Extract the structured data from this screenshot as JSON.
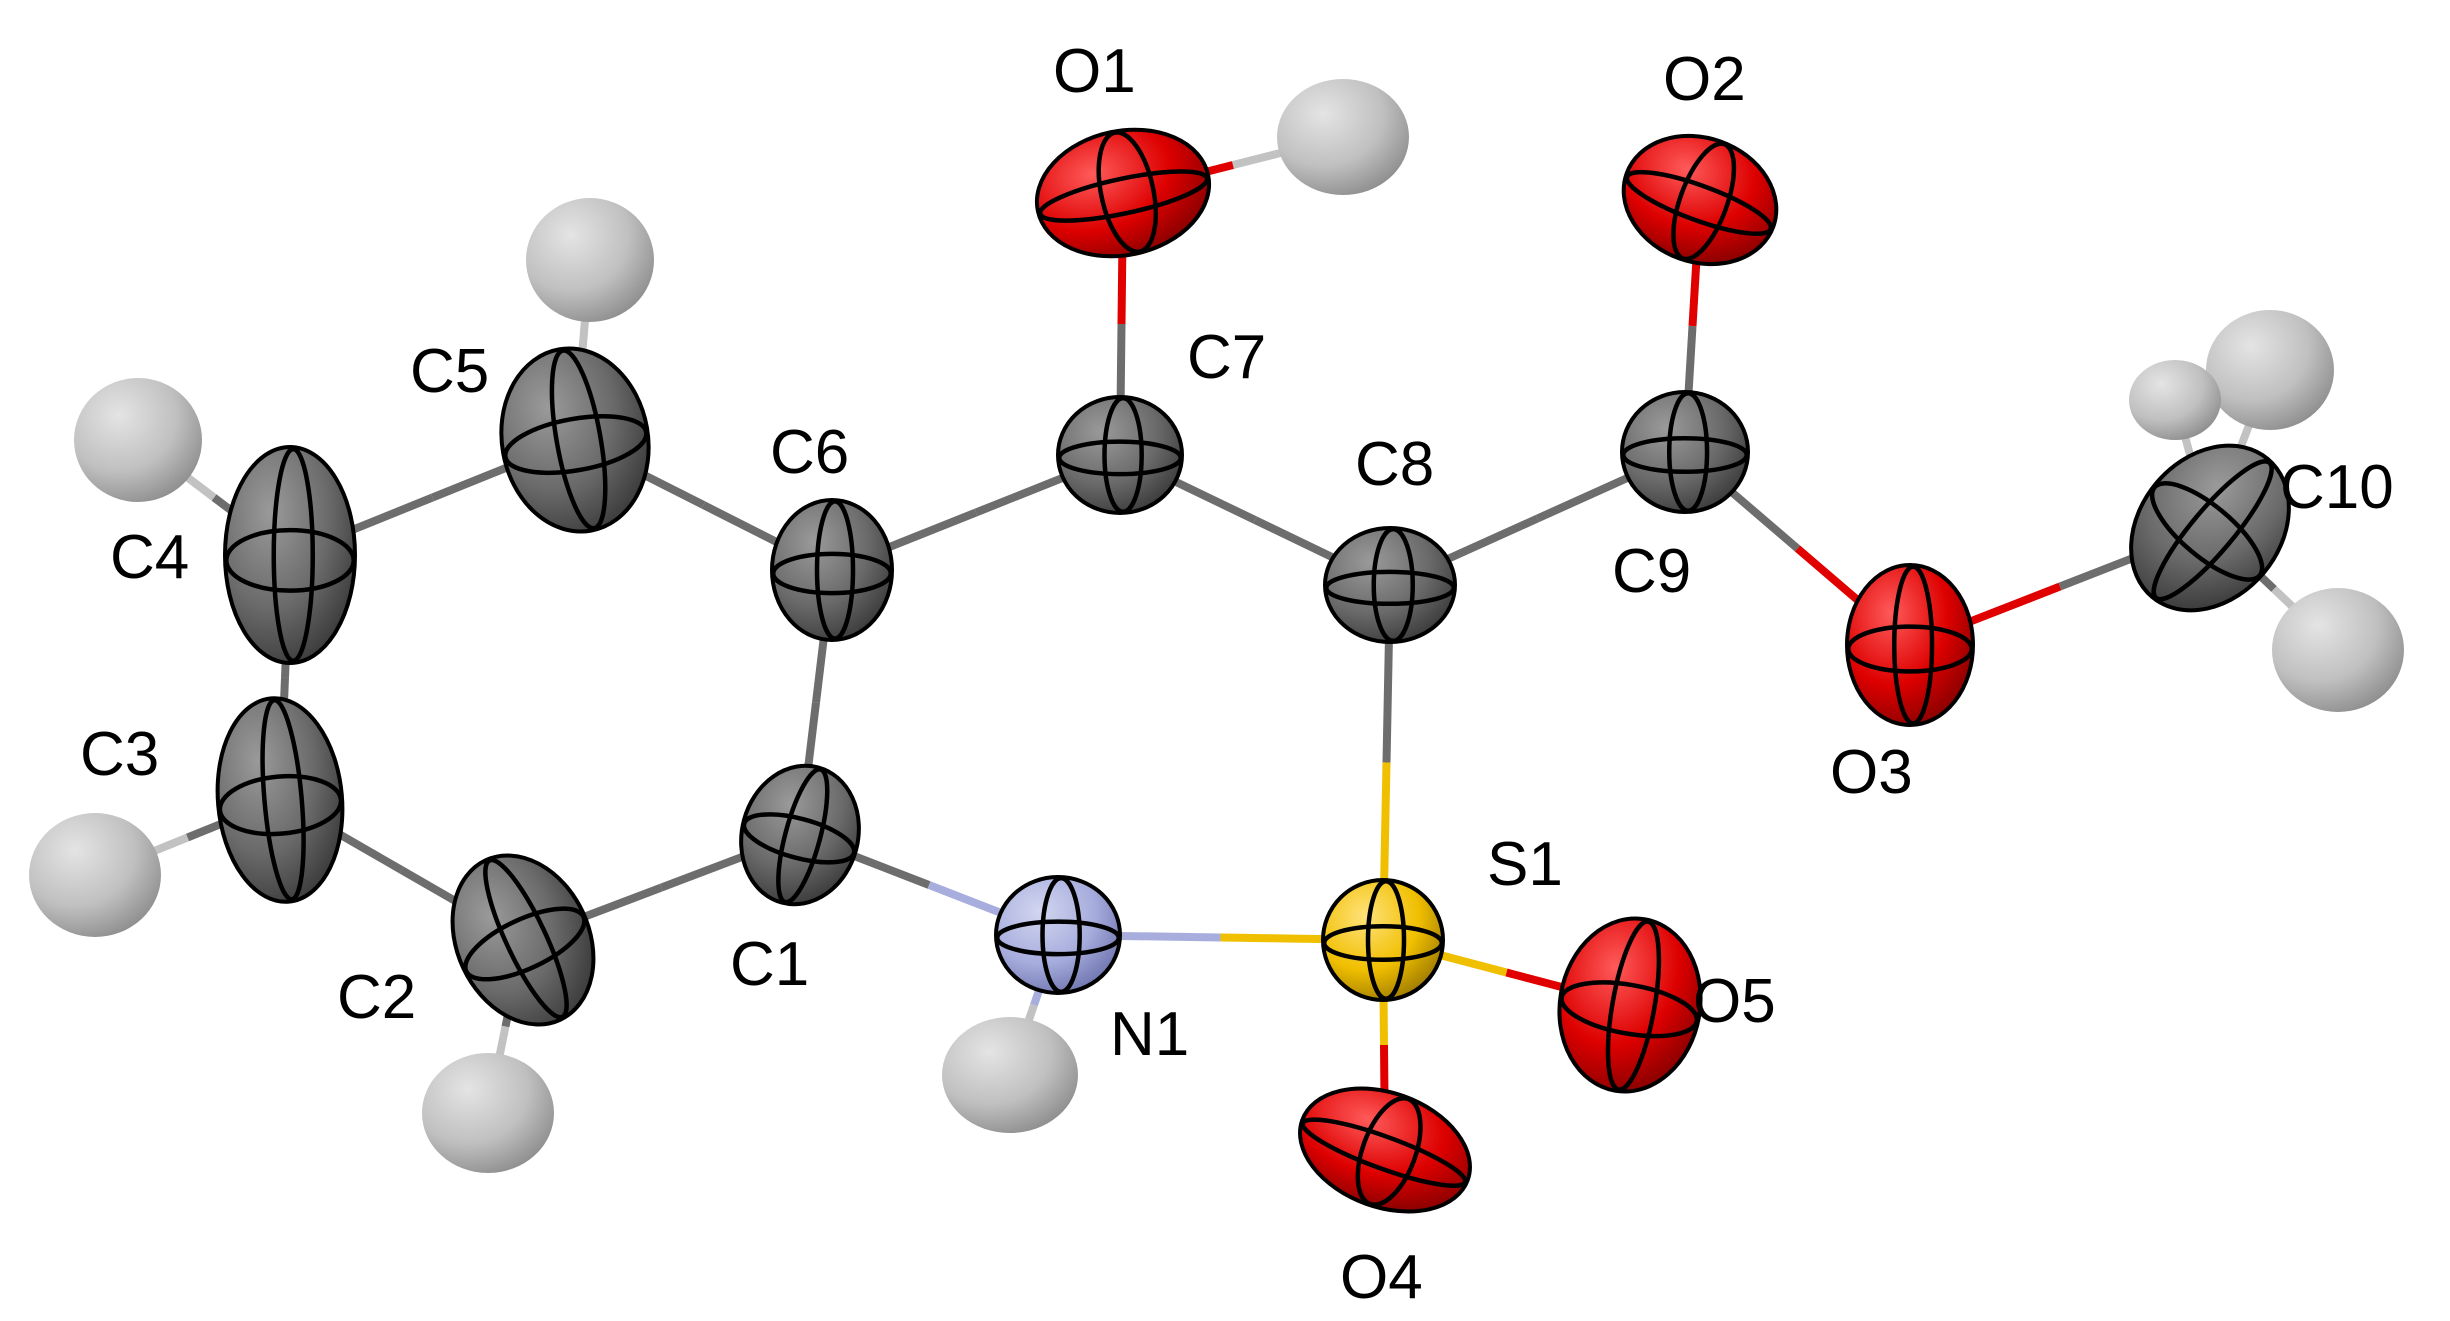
{
  "molecule": {
    "colors": {
      "C": "#6d6d6d",
      "H": "#c2c2c2",
      "O": "#e00000",
      "N": "#a7aede",
      "S": "#f0c000"
    },
    "atoms": [
      {
        "id": "C1",
        "element": "C",
        "label": "C1"
      },
      {
        "id": "C2",
        "element": "C",
        "label": "C2"
      },
      {
        "id": "C3",
        "element": "C",
        "label": "C3"
      },
      {
        "id": "C4",
        "element": "C",
        "label": "C4"
      },
      {
        "id": "C5",
        "element": "C",
        "label": "C5"
      },
      {
        "id": "C6",
        "element": "C",
        "label": "C6"
      },
      {
        "id": "C7",
        "element": "C",
        "label": "C7"
      },
      {
        "id": "C8",
        "element": "C",
        "label": "C8"
      },
      {
        "id": "C9",
        "element": "C",
        "label": "C9"
      },
      {
        "id": "C10",
        "element": "C",
        "label": "C10"
      },
      {
        "id": "N1",
        "element": "N",
        "label": "N1"
      },
      {
        "id": "S1",
        "element": "S",
        "label": "S1"
      },
      {
        "id": "O1",
        "element": "O",
        "label": "O1"
      },
      {
        "id": "O2",
        "element": "O",
        "label": "O2"
      },
      {
        "id": "O3",
        "element": "O",
        "label": "O3"
      },
      {
        "id": "O4",
        "element": "O",
        "label": "O4"
      },
      {
        "id": "O5",
        "element": "O",
        "label": "O5"
      },
      {
        "id": "H1",
        "element": "H",
        "label": ""
      },
      {
        "id": "H2",
        "element": "H",
        "label": ""
      },
      {
        "id": "H3",
        "element": "H",
        "label": ""
      },
      {
        "id": "H4",
        "element": "H",
        "label": ""
      },
      {
        "id": "H5",
        "element": "H",
        "label": ""
      },
      {
        "id": "HN1",
        "element": "H",
        "label": ""
      },
      {
        "id": "H10A",
        "element": "H",
        "label": ""
      },
      {
        "id": "H10B",
        "element": "H",
        "label": ""
      },
      {
        "id": "H10C",
        "element": "H",
        "label": ""
      }
    ],
    "bonds": [
      [
        "C1",
        "C2"
      ],
      [
        "C2",
        "C3"
      ],
      [
        "C3",
        "C4"
      ],
      [
        "C4",
        "C5"
      ],
      [
        "C5",
        "C6"
      ],
      [
        "C6",
        "C1"
      ],
      [
        "C6",
        "C7"
      ],
      [
        "C7",
        "C8"
      ],
      [
        "C8",
        "S1"
      ],
      [
        "S1",
        "N1"
      ],
      [
        "N1",
        "C1"
      ],
      [
        "C7",
        "O1"
      ],
      [
        "O1",
        "H1"
      ],
      [
        "C8",
        "C9"
      ],
      [
        "C9",
        "O2"
      ],
      [
        "C9",
        "O3"
      ],
      [
        "O3",
        "C10"
      ],
      [
        "S1",
        "O4"
      ],
      [
        "S1",
        "O5"
      ],
      [
        "C2",
        "H2"
      ],
      [
        "C3",
        "H3"
      ],
      [
        "C4",
        "H4"
      ],
      [
        "C5",
        "H5"
      ],
      [
        "N1",
        "HN1"
      ],
      [
        "C10",
        "H10A"
      ],
      [
        "C10",
        "H10B"
      ],
      [
        "C10",
        "H10C"
      ]
    ]
  }
}
